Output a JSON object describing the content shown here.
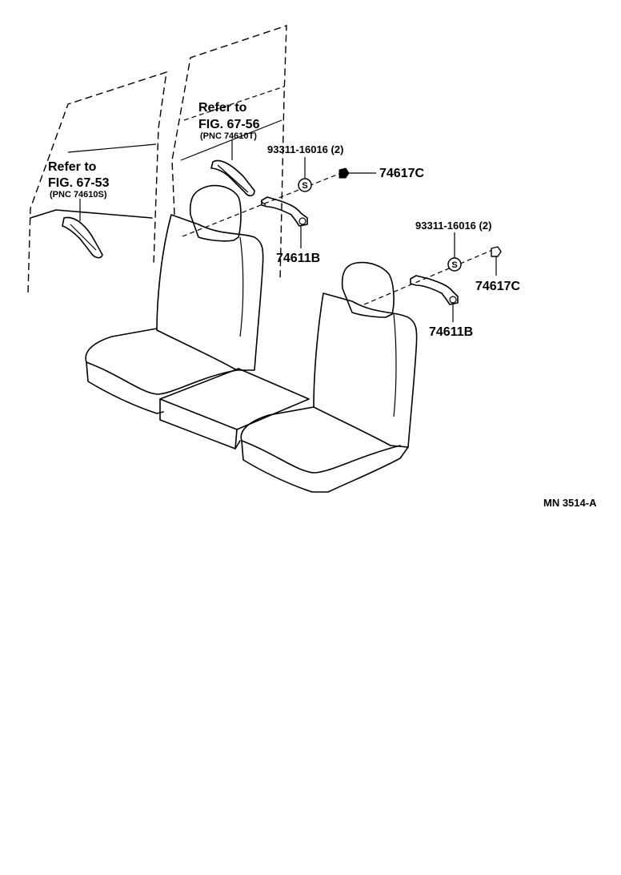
{
  "callouts": {
    "ref_53": {
      "line1": "Refer to",
      "line2": "FIG. 67-53",
      "line3": "(PNC 74610S)"
    },
    "ref_56": {
      "line1": "Refer to",
      "line2": "FIG. 67-56",
      "line3": "(PNC 74610T)"
    },
    "screw_left": "93311-16016 (2)",
    "screw_right": "93311-16016 (2)",
    "cap_left": "74617C",
    "cap_right": "74617C",
    "handle_left": "74611B",
    "handle_right": "74611B",
    "screw_symbol": "S"
  },
  "diagram_id": "MN  3514-A"
}
